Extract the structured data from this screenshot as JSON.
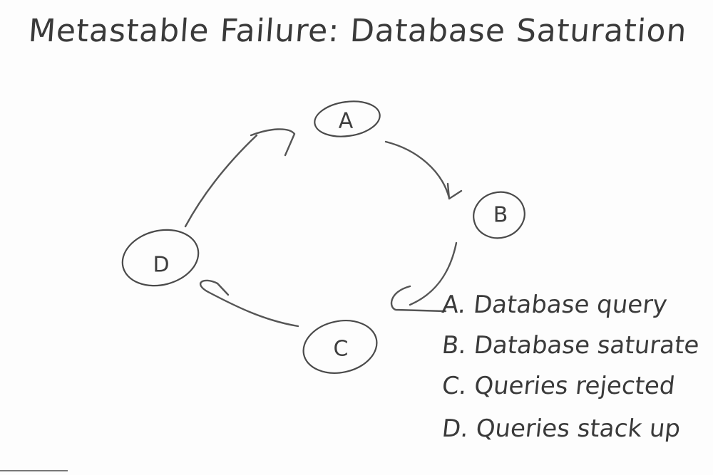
{
  "title": "Metastable Failure: Database Saturation",
  "nodes": [
    {
      "id": "A",
      "label": "A"
    },
    {
      "id": "B",
      "label": "B"
    },
    {
      "id": "C",
      "label": "C"
    },
    {
      "id": "D",
      "label": "D"
    }
  ],
  "edges": [
    {
      "from": "A",
      "to": "B"
    },
    {
      "from": "B",
      "to": "C"
    },
    {
      "from": "C",
      "to": "D"
    },
    {
      "from": "D",
      "to": "A"
    }
  ],
  "legend": [
    {
      "key": "A.",
      "text": "Database query"
    },
    {
      "key": "B.",
      "text": "Database saturate"
    },
    {
      "key": "C.",
      "text": "Queries rejected"
    },
    {
      "key": "D.",
      "text": "Queries stack up"
    }
  ]
}
